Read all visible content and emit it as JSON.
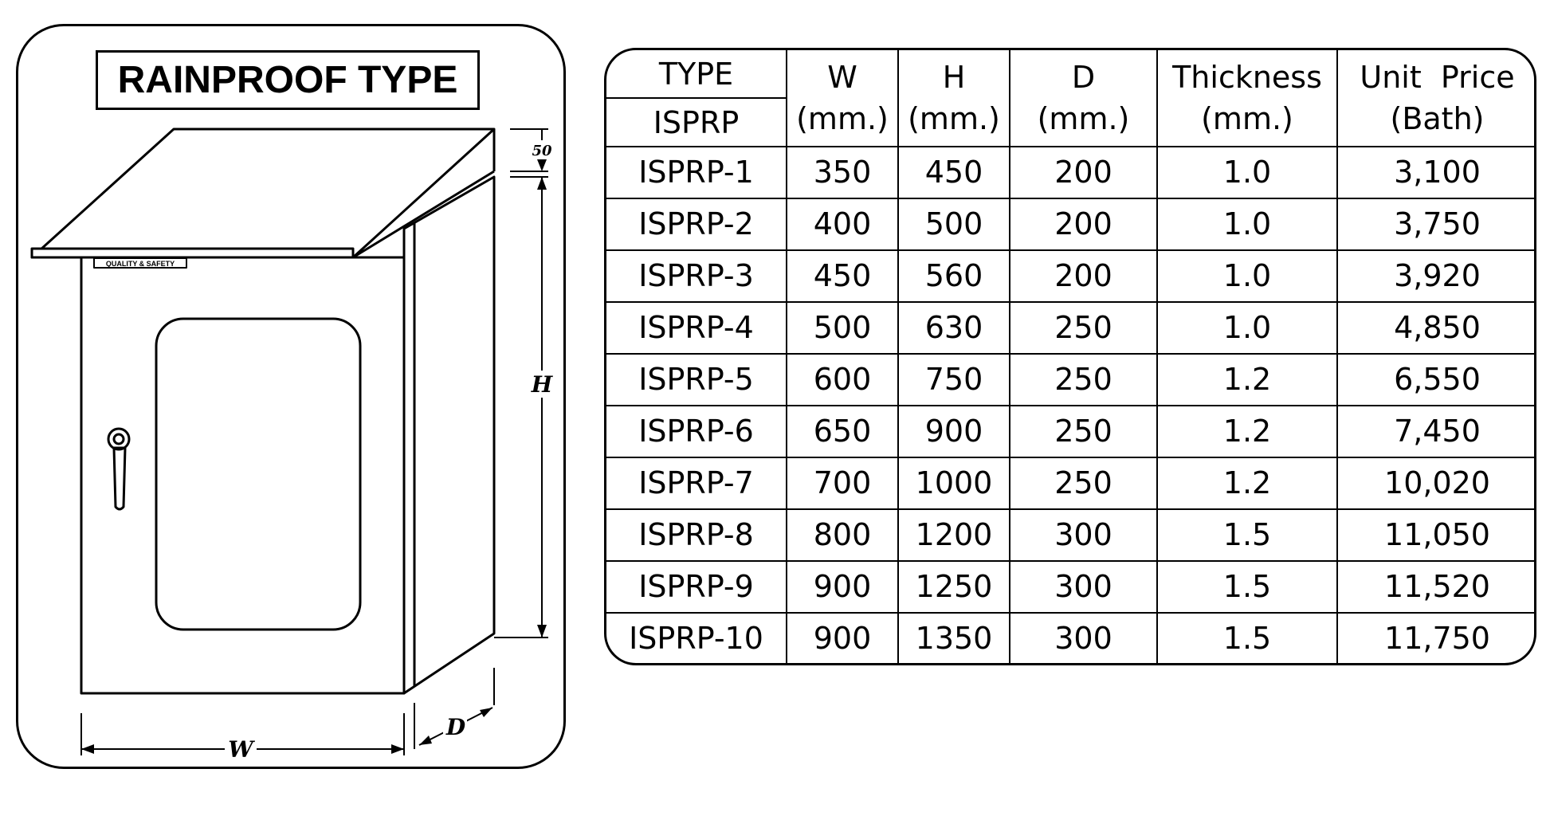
{
  "drawing": {
    "title": "RAINPROOF TYPE",
    "label_badge": "QUALITY & SAFETY",
    "dimension_labels": {
      "roof_offset": "50",
      "height": "H",
      "width": "W",
      "depth": "D"
    }
  },
  "table": {
    "headers": {
      "type_top": "TYPE",
      "type_bottom": "ISPRP",
      "w_top": "W",
      "w_bottom": "(mm.)",
      "h_top": "H",
      "h_bottom": "(mm.)",
      "d_top": "D",
      "d_bottom": "(mm.)",
      "thickness_top": "Thickness",
      "thickness_bottom": "(mm.)",
      "price_top": "Unit  Price",
      "price_bottom": "(Bath)"
    },
    "rows": [
      {
        "type": "ISPRP-1",
        "w": "350",
        "h": "450",
        "d": "200",
        "thickness": "1.0",
        "price": "3,100"
      },
      {
        "type": "ISPRP-2",
        "w": "400",
        "h": "500",
        "d": "200",
        "thickness": "1.0",
        "price": "3,750"
      },
      {
        "type": "ISPRP-3",
        "w": "450",
        "h": "560",
        "d": "200",
        "thickness": "1.0",
        "price": "3,920"
      },
      {
        "type": "ISPRP-4",
        "w": "500",
        "h": "630",
        "d": "250",
        "thickness": "1.0",
        "price": "4,850"
      },
      {
        "type": "ISPRP-5",
        "w": "600",
        "h": "750",
        "d": "250",
        "thickness": "1.2",
        "price": "6,550"
      },
      {
        "type": "ISPRP-6",
        "w": "650",
        "h": "900",
        "d": "250",
        "thickness": "1.2",
        "price": "7,450"
      },
      {
        "type": "ISPRP-7",
        "w": "700",
        "h": "1000",
        "d": "250",
        "thickness": "1.2",
        "price": "10,020"
      },
      {
        "type": "ISPRP-8",
        "w": "800",
        "h": "1200",
        "d": "300",
        "thickness": "1.5",
        "price": "11,050"
      },
      {
        "type": "ISPRP-9",
        "w": "900",
        "h": "1250",
        "d": "300",
        "thickness": "1.5",
        "price": "11,520"
      },
      {
        "type": "ISPRP-10",
        "w": "900",
        "h": "1350",
        "d": "300",
        "thickness": "1.5",
        "price": "11,750"
      }
    ]
  }
}
